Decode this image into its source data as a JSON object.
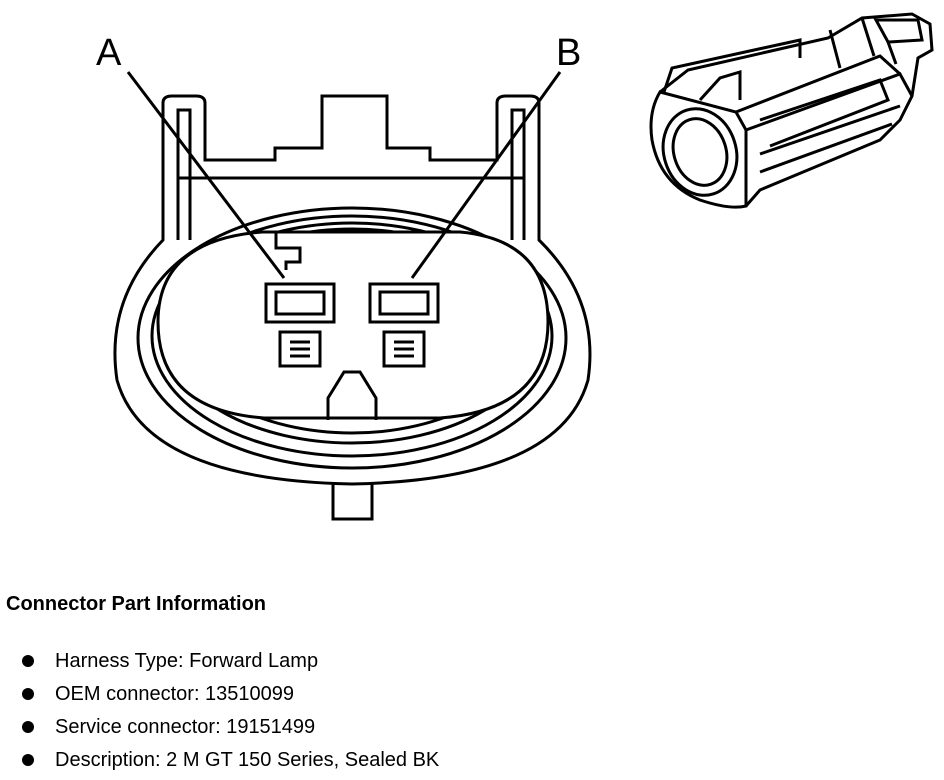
{
  "pins": {
    "a": "A",
    "b": "B"
  },
  "info": {
    "title": "Connector Part Information",
    "items": [
      "Harness Type: Forward Lamp",
      "OEM connector: 13510099",
      "Service connector: 19151499",
      "Description: 2 M GT 150 Series, Sealed BK"
    ]
  }
}
